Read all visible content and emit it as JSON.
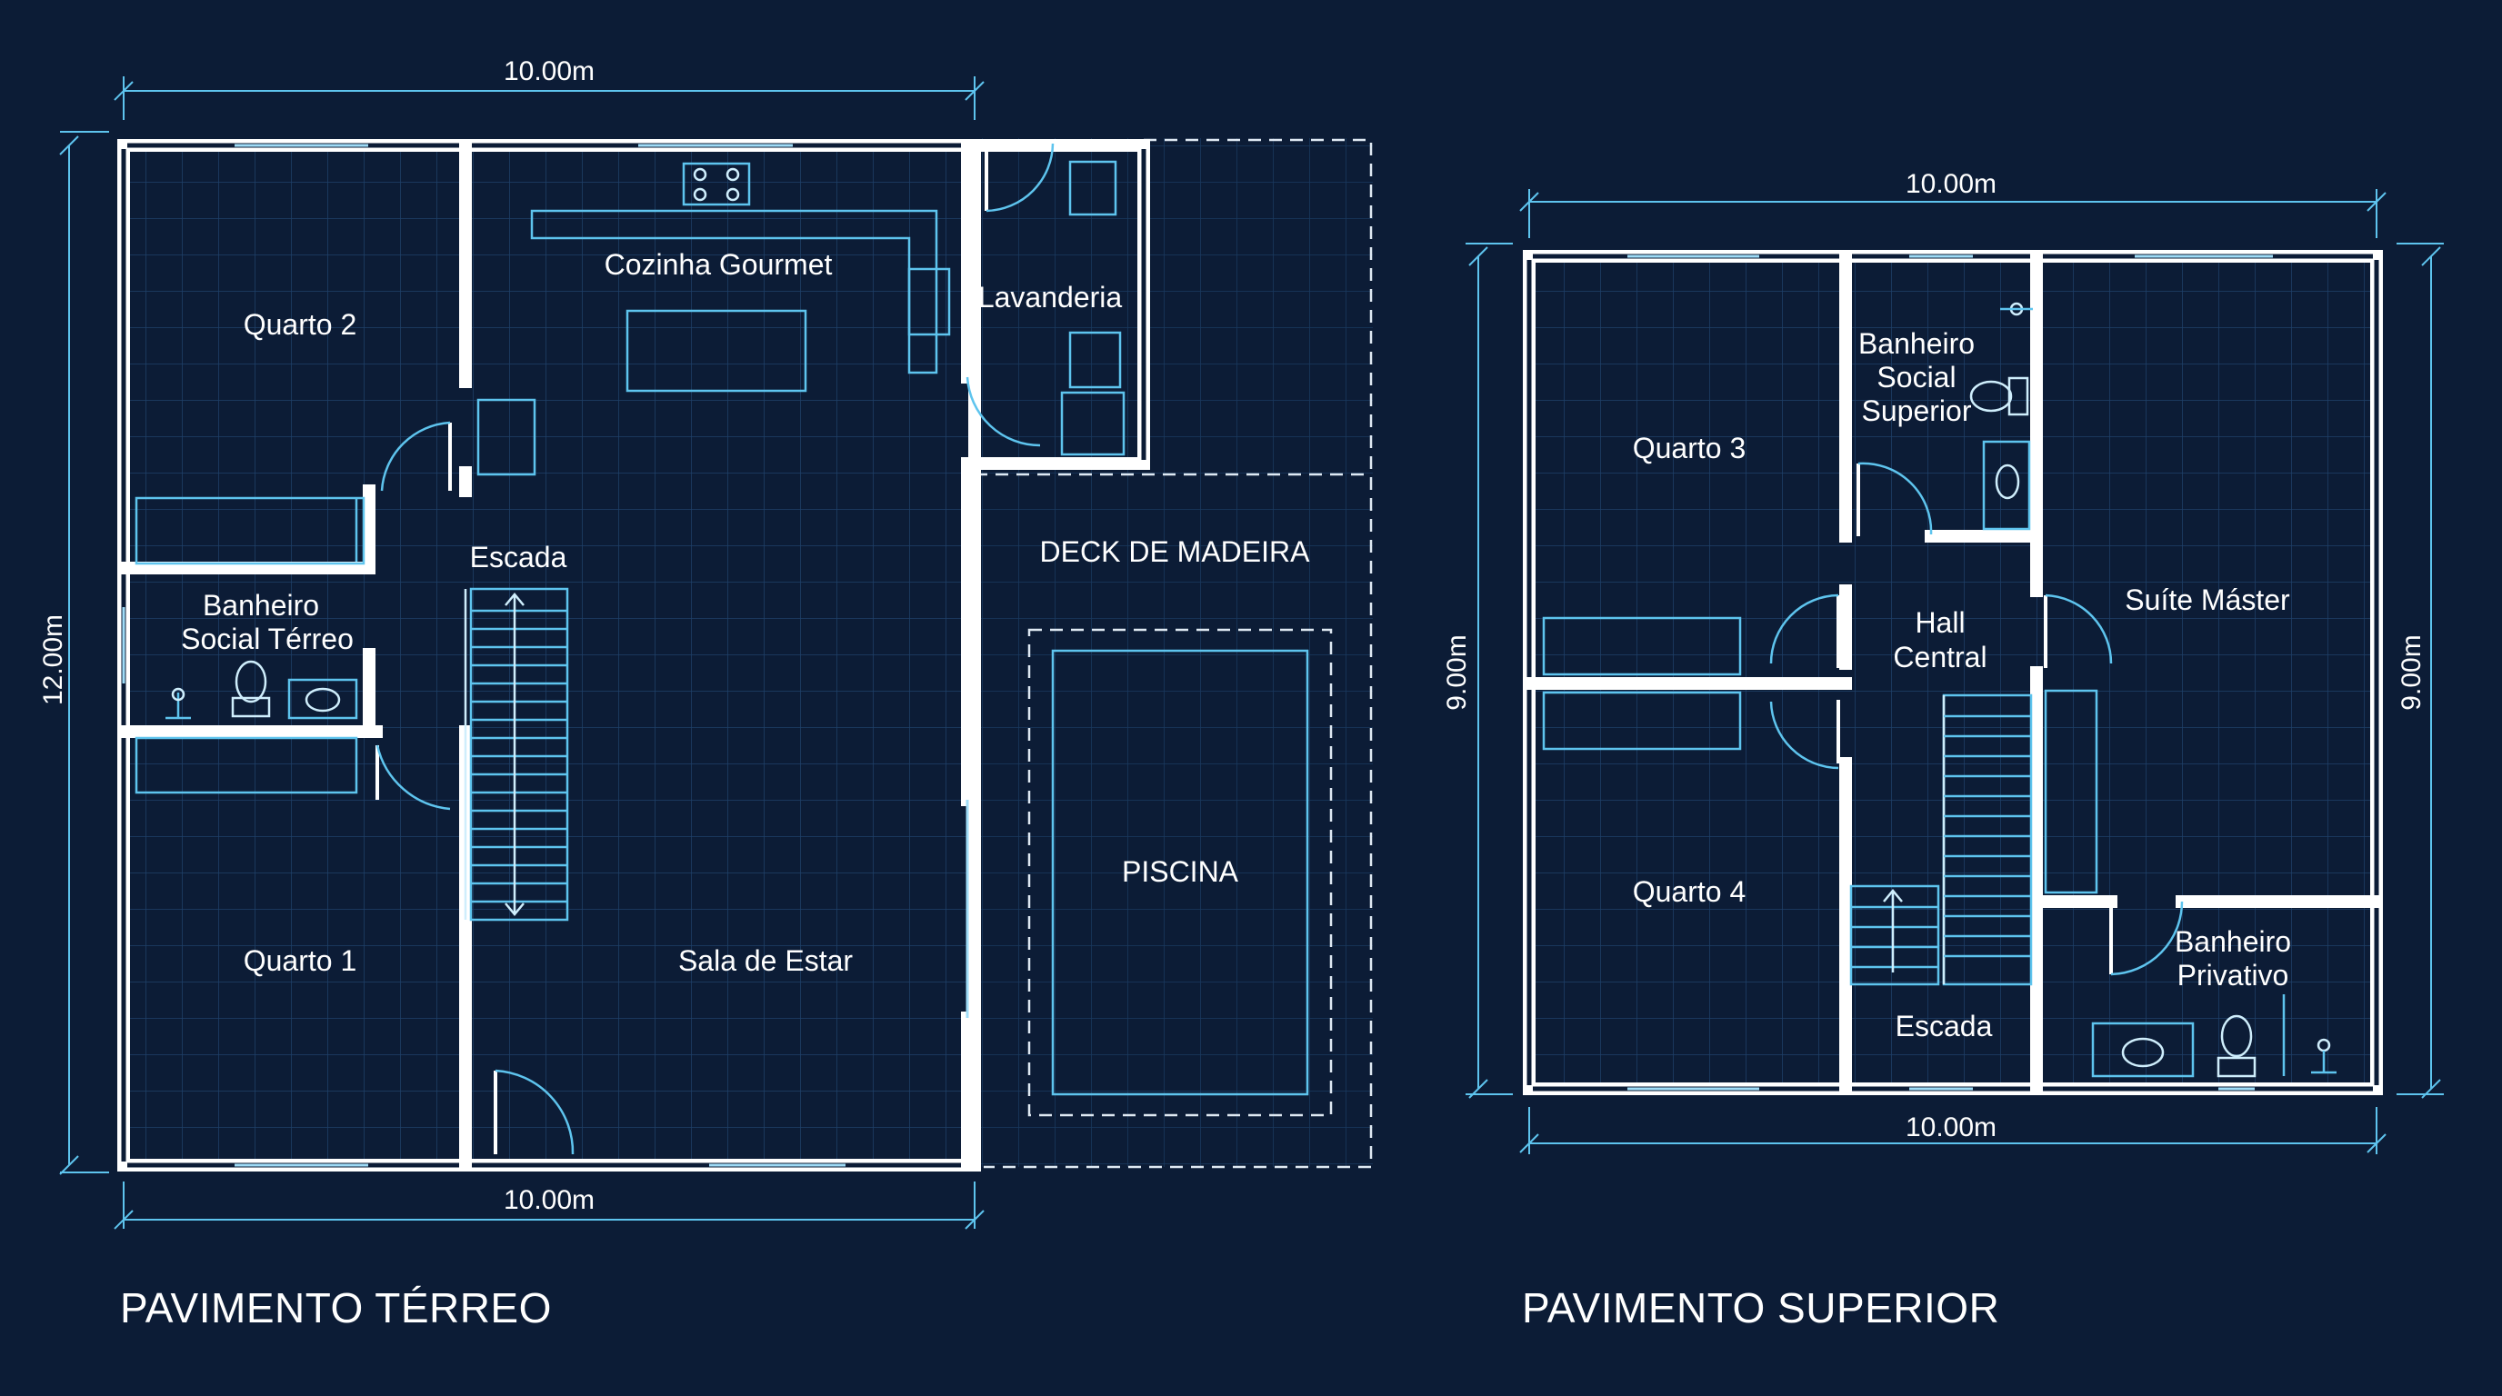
{
  "ground_floor": {
    "title": "PAVIMENTO TÉRREO",
    "width_dim_top": "10.00m",
    "width_dim_bottom": "10.00m",
    "height_dim": "12.00m",
    "rooms": {
      "quarto2": "Quarto 2",
      "cozinha": "Cozinha Gourmet",
      "lavanderia": "Lavanderia",
      "escada": "Escada",
      "banheiro_l1": "Banheiro",
      "banheiro_l2": "Social Térreo",
      "quarto1": "Quarto 1",
      "sala": "Sala de Estar",
      "deck": "DECK DE MADEIRA",
      "piscina": "PISCINA"
    }
  },
  "upper_floor": {
    "title": "PAVIMENTO SUPERIOR",
    "width_dim_top": "10.00m",
    "width_dim_bottom": "10.00m",
    "height_dim_left": "9.00m",
    "height_dim_right": "9.00m",
    "rooms": {
      "quarto3": "Quarto 3",
      "banheiro_social_l1": "Banheiro",
      "banheiro_social_l2": "Social",
      "banheiro_social_l3": "Superior",
      "suite": "Suíte Máster",
      "hall_l1": "Hall",
      "hall_l2": "Central",
      "quarto4": "Quarto 4",
      "escada": "Escada",
      "banheiro_priv_l1": "Banheiro",
      "banheiro_priv_l2": "Privativo"
    }
  },
  "colors": {
    "background": "#0c1c36",
    "wall": "#ffffff",
    "fixture": "#5ec4ee",
    "grid": "#1e4069"
  }
}
